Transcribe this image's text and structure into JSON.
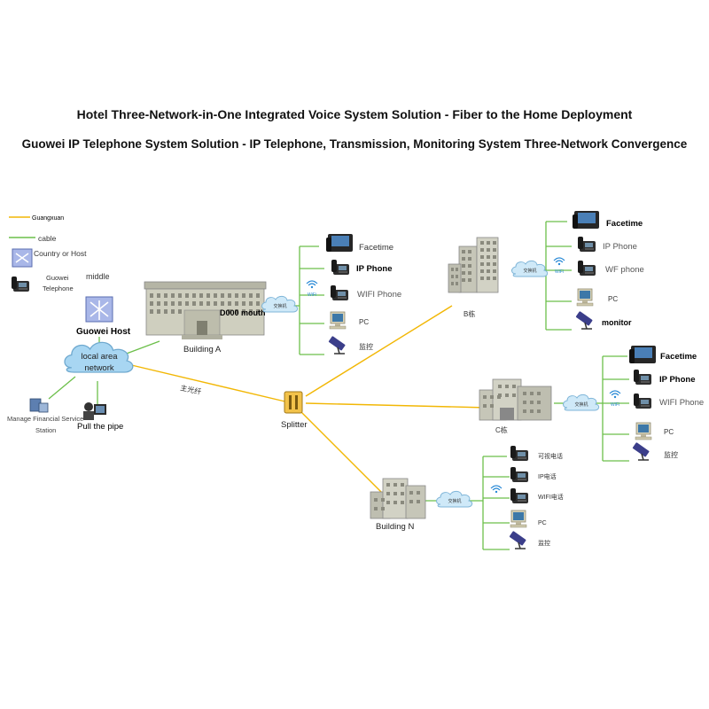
{
  "header": {
    "title": "Hotel Three-Network-in-One Integrated Voice System Solution - Fiber to the Home Deployment",
    "subtitle": "Guowei IP Telephone System Solution - IP Telephone, Transmission, Monitoring System Three-Network Convergence"
  },
  "legend": {
    "fiber": "Guangxuan",
    "cable": "cable",
    "host_caption": "Country or Host",
    "phone_caption_1": "Guowei",
    "phone_caption_2": "Telephone"
  },
  "core": {
    "middle": "middle",
    "host": "Guowei Host",
    "lan_1": "local area",
    "lan_2": "network",
    "finance_1": "Manage Financial Service",
    "finance_2": "Station",
    "pipe": "Pull the pipe",
    "trunk": "主光纤",
    "splitter": "Splitter"
  },
  "building_a": {
    "name": "Building A",
    "mouth": "D000 mouth",
    "facetime": "Facetime",
    "ip_phone": "IP Phone",
    "wifi_phone": "WIFI Phone",
    "pc": "PC",
    "monitor": "监控",
    "wifi_tag": "WiFi",
    "switch_tag": "交换机"
  },
  "building_b": {
    "name": "B栋",
    "facetime": "Facetime",
    "ip_phone": "IP Phone",
    "wifi_phone": "WF phone",
    "pc": "PC",
    "monitor": "monitor",
    "wifi_tag": "WiFi",
    "switch_tag": "交换机"
  },
  "building_c": {
    "name": "C栋",
    "facetime": "Facetime",
    "ip_phone": "IP Phone",
    "wifi_phone": "WIFI Phone",
    "pc": "PC",
    "monitor": "监控",
    "wifi_tag": "WiFi",
    "switch_tag": "交换机"
  },
  "building_n": {
    "name": "Building N",
    "facetime": "可视电话",
    "ip_phone": "IP电话",
    "wifi_phone": "WIFI电话",
    "pc": "PC",
    "monitor": "监控",
    "switch_tag": "交换机"
  },
  "colors": {
    "fiber": "#f2b705",
    "cable": "#6cbf4a",
    "cloud": "#9fd0ef",
    "building": "#c9c9bc"
  }
}
